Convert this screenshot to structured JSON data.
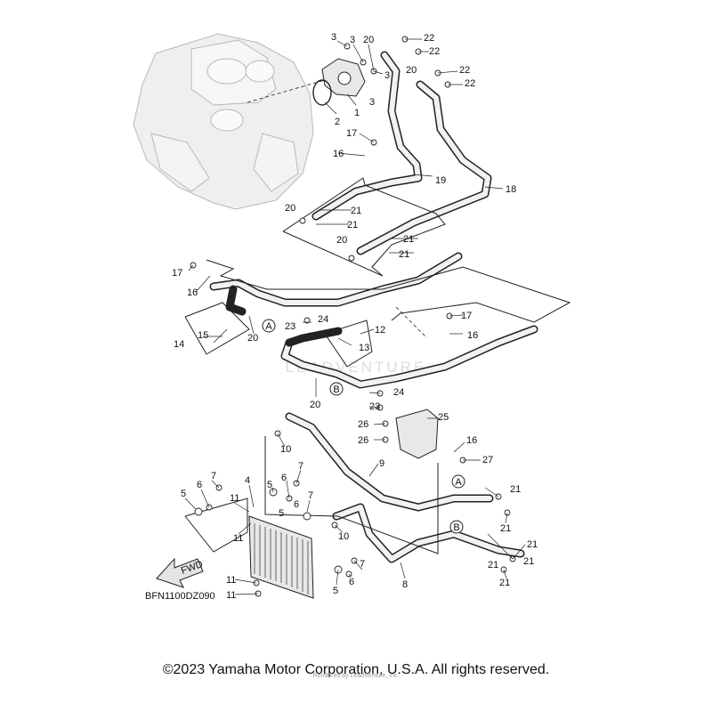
{
  "diagram_code": "BFN1100DZ090",
  "fwd_label": "FWD",
  "copyright": "©2023 Yamaha Motor Corporation, U.S.A. All rights reserved.",
  "rendered_by": "Rendered by LeadVenture, Inc.",
  "watermark": "LEADVENTURE",
  "callout_a": "A",
  "callout_b": "B",
  "labels": [
    "1",
    "2",
    "3",
    "3",
    "3",
    "3",
    "4",
    "5",
    "5",
    "5",
    "5",
    "6",
    "6",
    "6",
    "6",
    "7",
    "7",
    "7",
    "7",
    "8",
    "9",
    "10",
    "10",
    "11",
    "11",
    "11",
    "11",
    "12",
    "13",
    "14",
    "15",
    "16",
    "16",
    "16",
    "16",
    "17",
    "17",
    "17",
    "18",
    "19",
    "20",
    "20",
    "20",
    "20",
    "20",
    "20",
    "21",
    "21",
    "21",
    "21",
    "21",
    "21",
    "21",
    "21",
    "21",
    "21",
    "22",
    "22",
    "22",
    "22",
    "23",
    "23",
    "24",
    "24",
    "25",
    "26",
    "26",
    "27"
  ]
}
